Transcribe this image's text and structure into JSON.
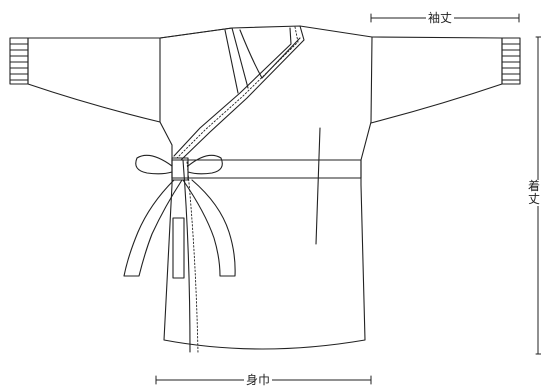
{
  "dimensions": {
    "sleeve_length_label": "袖丈",
    "body_length_label": "着丈",
    "body_width_label": "身巾"
  },
  "colors": {
    "outline": "#222222",
    "background": "#ffffff"
  }
}
